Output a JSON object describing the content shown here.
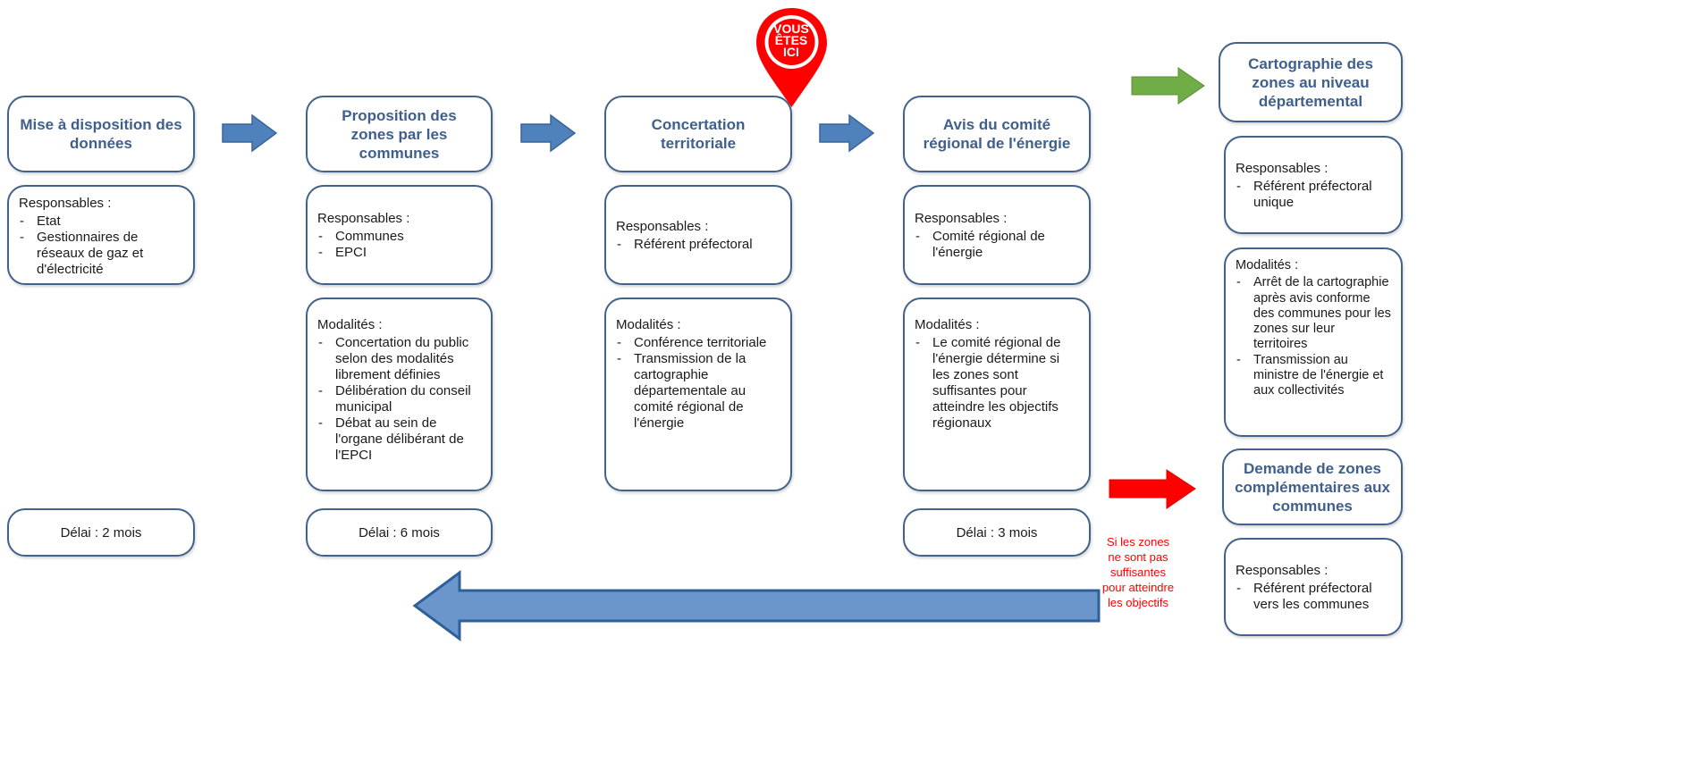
{
  "pin": {
    "line1": "VOUS",
    "line2": "ÊTES",
    "line3": "ICI"
  },
  "steps": [
    {
      "title": "Mise à disposition des données",
      "responsables_label": "Responsables :",
      "responsables": [
        "Etat",
        "Gestionnaires de réseaux de gaz et d'électricité"
      ],
      "delai": "Délai : 2 mois"
    },
    {
      "title": "Proposition des zones par les communes",
      "responsables_label": "Responsables :",
      "responsables": [
        "Communes",
        "EPCI"
      ],
      "modalites_label": "Modalités :",
      "modalites": [
        "Concertation du public selon des modalités librement définies",
        "Délibération du conseil municipal",
        "Débat au sein de l'organe délibérant de l'EPCI"
      ],
      "delai": "Délai : 6 mois"
    },
    {
      "title": "Concertation territoriale",
      "responsables_label": "Responsables :",
      "responsables": [
        "Référent préfectoral"
      ],
      "modalites_label": "Modalités :",
      "modalites": [
        "Conférence territoriale",
        "Transmission de la cartographie départementale au comité régional de l'énergie"
      ]
    },
    {
      "title": "Avis du comité régional de l'énergie",
      "responsables_label": "Responsables :",
      "responsables": [
        "Comité régional de l'énergie"
      ],
      "modalites_label": "Modalités :",
      "modalites": [
        "Le comité régional de l'énergie détermine si les zones sont suffisantes pour atteindre les objectifs régionaux"
      ],
      "delai": "Délai : 3 mois"
    }
  ],
  "outcome_yes": {
    "title": "Cartographie des zones au niveau départemental",
    "responsables_label": "Responsables :",
    "responsables": [
      "Référent préfectoral unique"
    ],
    "modalites_label": "Modalités :",
    "modalites": [
      "Arrêt de la cartographie après avis conforme des communes pour les zones sur leur territoires",
      "Transmission au ministre de l'énergie et aux collectivités"
    ]
  },
  "outcome_no": {
    "title": "Demande de zones complémentaires aux communes",
    "responsables_label": "Responsables :",
    "responsables": [
      "Référent préfectoral vers les communes"
    ]
  },
  "condition_note": "Si les zones ne sont pas suffisantes pour atteindre les objectifs",
  "colors": {
    "box_border": "#42628a",
    "title_text": "#3f5f8c",
    "flow_arrow": "#4f81bd",
    "success_arrow": "#70ad47",
    "fail_arrow": "#ff0000",
    "pin": "#ff0000"
  }
}
